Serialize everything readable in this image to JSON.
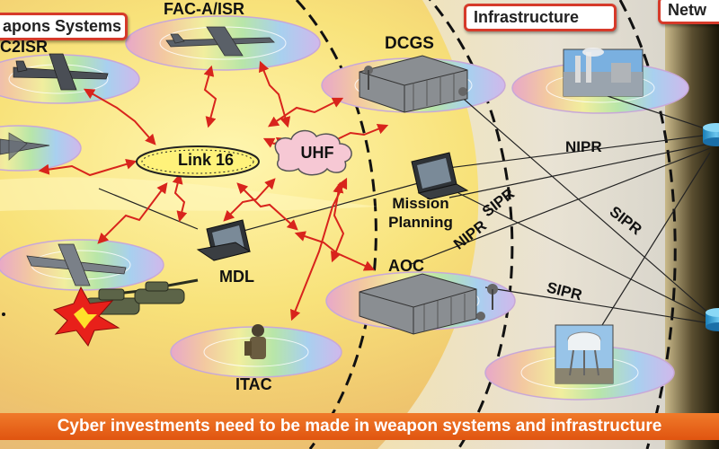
{
  "sections": {
    "weapons": "apons Systems",
    "infrastructure": "Infrastructure",
    "network": "Netw"
  },
  "nodes": {
    "fac_a_isr": "FAC-A/ISR",
    "c2isr": "C2ISR",
    "dcgs": "DCGS",
    "link16": "Link 16",
    "uhf": "UHF",
    "mission_planning": "Mission Planning",
    "mdl": "MDL",
    "aoc": "AOC",
    "itac": "ITAC"
  },
  "network_links": [
    "NIPR",
    "SIPR",
    "NIPR",
    "SIPR",
    "SIPR"
  ],
  "banner": "Cyber investments need to be made in weapon systems and infrastructure",
  "colors": {
    "background_yellow": "#f7e27a",
    "arrow_red": "#d8241c",
    "banner_orange": "#e8621a",
    "section_border": "#d63a2a"
  }
}
